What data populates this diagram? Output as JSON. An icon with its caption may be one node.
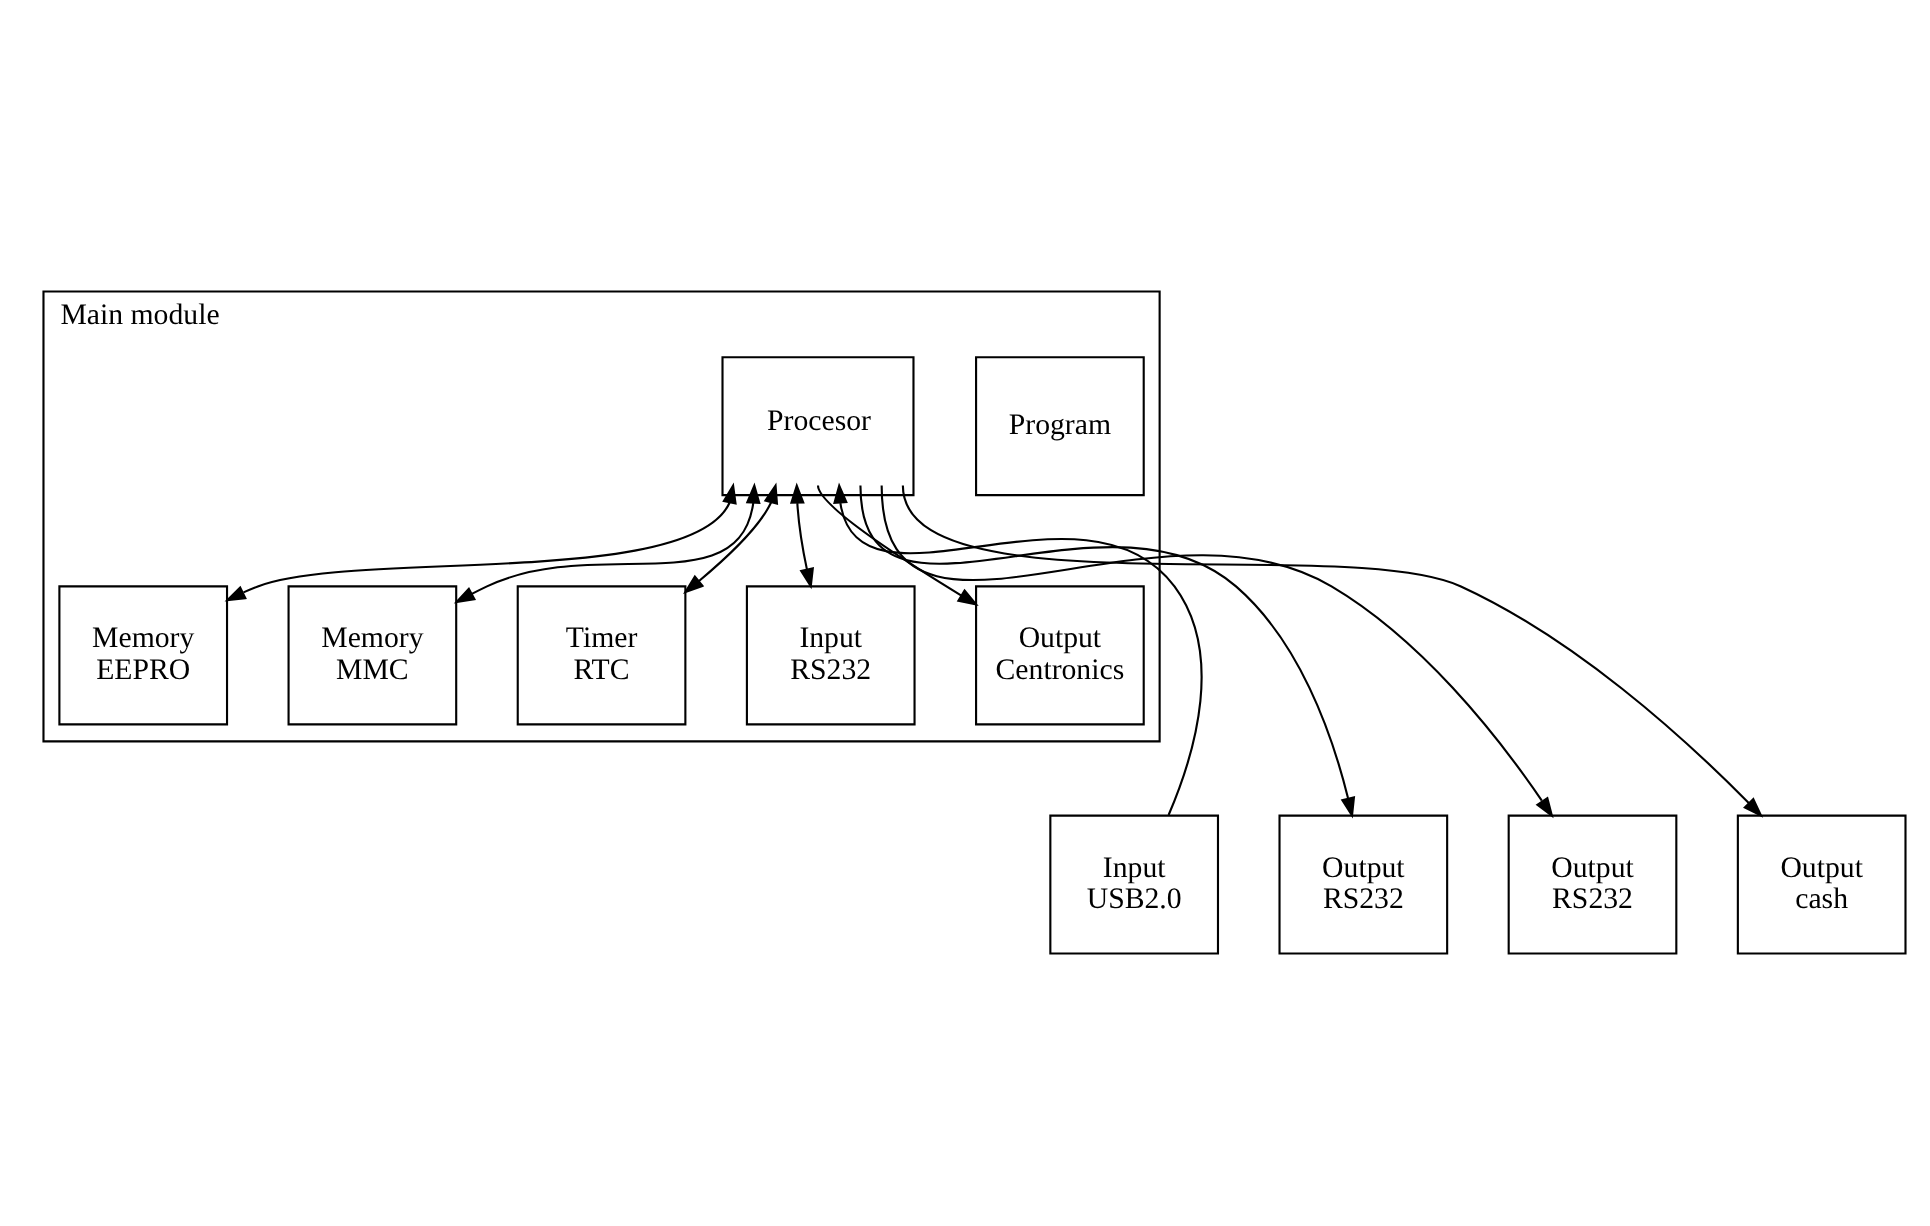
{
  "diagram": {
    "nodes": [
      {
        "text": [
          "Main module"
        ]
      },
      {
        "text": [
          "Procesor"
        ],
        "in": 0
      },
      {
        "text": [
          "Program"
        ],
        "in": 0
      },
      {
        "text": [
          "Memory EEPRO"
        ],
        "in": 0
      },
      {
        "text": [
          "Memory MMC"
        ],
        "in": 0
      },
      {
        "text": [
          "Timer RTC"
        ],
        "in": 0
      },
      {
        "text": [
          "Input RS232"
        ],
        "in": 0
      },
      {
        "text": [
          "Output Centronics"
        ],
        "in": 0
      },
      {
        "text": [
          "Input USB2.0"
        ]
      },
      {
        "text": [
          "Output RS232"
        ]
      },
      {
        "text": [
          "Output RS232"
        ]
      },
      {
        "text": [
          "Output cash"
        ]
      }
    ],
    "edges": [
      {
        "from": 1,
        "to": 3,
        "arrow": "both"
      },
      {
        "from": 1,
        "to": 4,
        "arrow": "both"
      },
      {
        "from": 1,
        "to": 5,
        "arrow": "both"
      },
      {
        "from": 1,
        "to": 6,
        "arrow": "both"
      },
      {
        "from": 1,
        "to": 7,
        "arrow": "to"
      },
      {
        "from": 8,
        "to": 1,
        "arrow": "to"
      },
      {
        "from": 1,
        "to": 9,
        "arrow": "to"
      },
      {
        "from": 1,
        "to": 10,
        "arrow": "to"
      },
      {
        "from": 1,
        "to": 11,
        "arrow": "to"
      }
    ]
  }
}
